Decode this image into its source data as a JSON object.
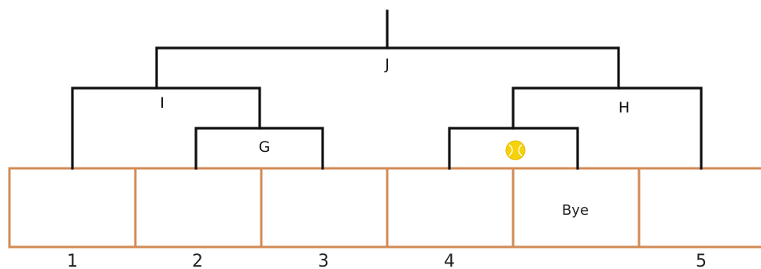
{
  "bracket": {
    "node_labels": {
      "final": "J",
      "left_semi": "I",
      "right_semi": "H",
      "left_quarter": "G"
    },
    "slots": [
      {
        "number": "1",
        "text": ""
      },
      {
        "number": "2",
        "text": ""
      },
      {
        "number": "3",
        "text": ""
      },
      {
        "number": "4",
        "text": ""
      },
      {
        "number": "",
        "text": "Bye"
      },
      {
        "number": "5",
        "text": ""
      }
    ],
    "ball_icon": "tennis-ball-icon",
    "colors": {
      "box_border": "#d28b55",
      "lines": "#111111",
      "ball": "#f5d20a"
    }
  }
}
